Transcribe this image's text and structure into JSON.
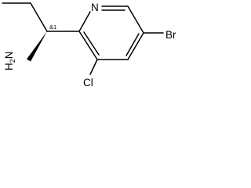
{
  "molecule": {
    "atoms": {
      "nitrogen_ring": "N",
      "bromine": "Br",
      "chlorine": "Cl",
      "amine": "H",
      "amine_n": "N",
      "amine_subscript": "2"
    },
    "stereo_label": "&1",
    "colors": {
      "bond": "#000000",
      "text": "#000000",
      "background": "#ffffff"
    }
  }
}
